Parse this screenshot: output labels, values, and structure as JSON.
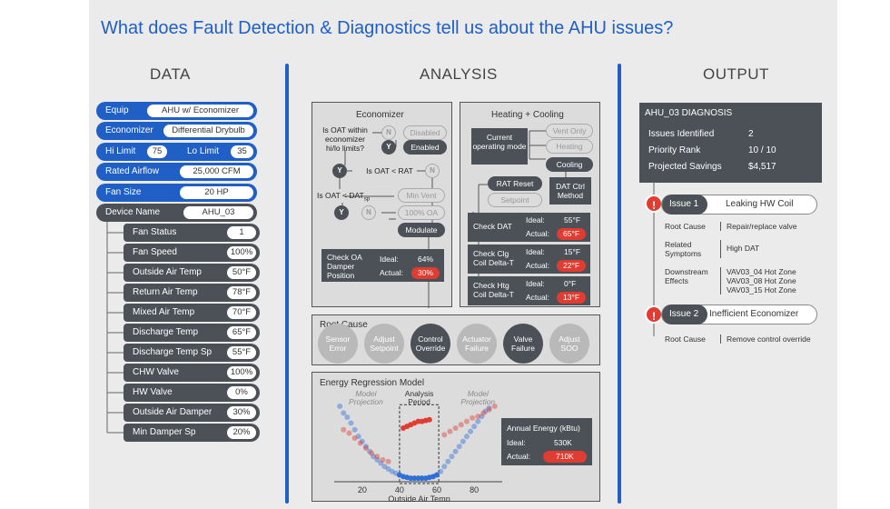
{
  "title": "What does Fault Detection & Diagnostics tell us about the AHU issues?",
  "columns": {
    "data": "DATA",
    "analysis": "ANALYSIS",
    "output": "OUTPUT"
  },
  "data_panel": {
    "top": [
      {
        "label": "Equip",
        "value": "AHU w/ Economizer"
      },
      {
        "label": "Economizer",
        "value": "Differential Drybulb"
      }
    ],
    "limits": {
      "hi_label": "Hi Limit",
      "hi_value": "75",
      "lo_label": "Lo Limit",
      "lo_value": "35"
    },
    "rest": [
      {
        "label": "Rated Airflow",
        "value": "25,000 CFM"
      },
      {
        "label": "Fan Size",
        "value": "20 HP"
      }
    ],
    "device": {
      "label": "Device Name",
      "value": "AHU_03"
    },
    "points": [
      {
        "label": "Fan Status",
        "value": "1"
      },
      {
        "label": "Fan Speed",
        "value": "100%"
      },
      {
        "label": "Outside Air Temp",
        "value": "50°F"
      },
      {
        "label": "Return Air Temp",
        "value": "78°F"
      },
      {
        "label": "Mixed Air Temp",
        "value": "70°F"
      },
      {
        "label": "Discharge Temp",
        "value": "65°F"
      },
      {
        "label": "Discharge Temp Sp",
        "value": "55°F"
      },
      {
        "label": "CHW Valve",
        "value": "100%"
      },
      {
        "label": "HW Valve",
        "value": "0%"
      },
      {
        "label": "Outside Air Damper",
        "value": "30%"
      },
      {
        "label": "Min Damper Sp",
        "value": "20%"
      }
    ]
  },
  "economizer": {
    "title": "Economizer",
    "q1": "Is OAT within economizer hi/lo limits?",
    "n": "N",
    "y": "Y",
    "disabled": "Disabled",
    "enabled": "Enabled",
    "q2": "Is OAT < RAT",
    "q3": "Is OAT < DAT",
    "q3_sub": "sp",
    "min_vent": "Min Vent",
    "oa100": "100% OA",
    "modulate": "Modulate",
    "check_label": "Check OA Damper Position",
    "ideal_label": "Ideal:",
    "ideal_value": "64%",
    "actual_label": "Actual:",
    "actual_value": "30%"
  },
  "heating": {
    "title": "Heating + Cooling",
    "mode_label": "Current operating mode",
    "vent_only": "Vent Only",
    "heating": "Heating",
    "cooling": "Cooling",
    "rat_reset": "RAT Reset",
    "setpoint": "Setpoint",
    "dat_ctrl": "DAT Ctrl Method",
    "checks": [
      {
        "label": "Check DAT",
        "ideal": "55°F",
        "actual": "65°F"
      },
      {
        "label": "Check Clg Coil Delta-T",
        "ideal": "15°F",
        "actual": "22°F"
      },
      {
        "label": "Check Htg Coil Delta-T",
        "ideal": "0°F",
        "actual": "13°F"
      }
    ],
    "ideal_label": "Ideal:",
    "actual_label": "Actual:"
  },
  "root_cause": {
    "title": "Root Cause",
    "items": [
      {
        "label": "Sensor Error",
        "active": false
      },
      {
        "label": "Adjust Setpoint",
        "active": false
      },
      {
        "label": "Control Override",
        "active": true
      },
      {
        "label": "Actuator Failure",
        "active": false
      },
      {
        "label": "Valve Failure",
        "active": true
      },
      {
        "label": "Adjust SOO",
        "active": false
      }
    ]
  },
  "energy": {
    "title": "Energy Regression Model",
    "model_projection": "Model Projection",
    "analysis_period": "Analysis Period",
    "annual_label": "Annual Energy (kBtu)",
    "ideal_label": "Ideal:",
    "ideal_value": "530K",
    "actual_label": "Actual:",
    "actual_value": "710K"
  },
  "chart_data": {
    "type": "scatter",
    "xlabel": "Outside Air Temp",
    "ylabel": "",
    "xlim": [
      5,
      95
    ],
    "ylim": [
      0,
      100
    ],
    "xticks": [
      20,
      40,
      60,
      80
    ],
    "analysis_period": [
      40,
      61
    ],
    "series": [
      {
        "color": "#2f6fd6",
        "points": [
          [
            8,
            88
          ],
          [
            10,
            80
          ],
          [
            12,
            75
          ],
          [
            14,
            68
          ],
          [
            16,
            60
          ],
          [
            18,
            52
          ],
          [
            20,
            46
          ],
          [
            22,
            40
          ],
          [
            24,
            34
          ],
          [
            26,
            28
          ],
          [
            28,
            24
          ],
          [
            30,
            20
          ],
          [
            32,
            16
          ],
          [
            34,
            13
          ],
          [
            36,
            10
          ],
          [
            38,
            8
          ],
          [
            40,
            6
          ],
          [
            42,
            4
          ],
          [
            44,
            3
          ],
          [
            46,
            2
          ],
          [
            48,
            2
          ],
          [
            50,
            2
          ],
          [
            52,
            2
          ],
          [
            54,
            2
          ],
          [
            56,
            3
          ],
          [
            58,
            4
          ],
          [
            60,
            6
          ],
          [
            62,
            10
          ],
          [
            64,
            16
          ],
          [
            66,
            22
          ],
          [
            68,
            28
          ],
          [
            70,
            34
          ],
          [
            72,
            40
          ],
          [
            74,
            46
          ],
          [
            76,
            52
          ],
          [
            78,
            58
          ],
          [
            80,
            64
          ],
          [
            82,
            70
          ],
          [
            84,
            76
          ],
          [
            86,
            82
          ],
          [
            88,
            86
          ]
        ]
      },
      {
        "color": "#e03c31",
        "points": [
          [
            10,
            60
          ],
          [
            13,
            56
          ],
          [
            16,
            50
          ],
          [
            19,
            44
          ],
          [
            22,
            38
          ],
          [
            25,
            32
          ],
          [
            28,
            28
          ],
          [
            31,
            24
          ],
          [
            34,
            22
          ],
          [
            42,
            62
          ],
          [
            44,
            64
          ],
          [
            46,
            66
          ],
          [
            48,
            68
          ],
          [
            50,
            70
          ],
          [
            52,
            70
          ],
          [
            54,
            71
          ],
          [
            56,
            72
          ],
          [
            64,
            54
          ],
          [
            67,
            58
          ],
          [
            70,
            62
          ],
          [
            73,
            66
          ],
          [
            76,
            70
          ],
          [
            79,
            74
          ],
          [
            82,
            76
          ],
          [
            85,
            80
          ],
          [
            88,
            84
          ],
          [
            91,
            88
          ]
        ]
      }
    ]
  },
  "output": {
    "diag_title": "AHU_03 DIAGNOSIS",
    "rows": [
      {
        "label": "Issues Identified",
        "value": "2"
      },
      {
        "label": "Priority Rank",
        "value": "10 / 10"
      },
      {
        "label": "Projected Savings",
        "value": "$4,517"
      }
    ],
    "issue1": {
      "num": "Issue 1",
      "name": "Leaking HW Coil",
      "root_label": "Root Cause",
      "root_value": "Repair/replace valve",
      "sym_label": "Related Symptoms",
      "sym_value": "High DAT",
      "down_label": "Downstream Effects",
      "down_values": [
        "VAV03_04 Hot Zone",
        "VAV03_08 Hot Zone",
        "VAV03_15 Hot Zone"
      ]
    },
    "issue2": {
      "num": "Issue 2",
      "name": "Inefficient Economizer",
      "root_label": "Root Cause",
      "root_value": "Remove control override"
    },
    "warn": "!"
  },
  "colors": {
    "blue": "#1f5fc6",
    "dark": "#4c5158",
    "red": "#e03c31"
  }
}
